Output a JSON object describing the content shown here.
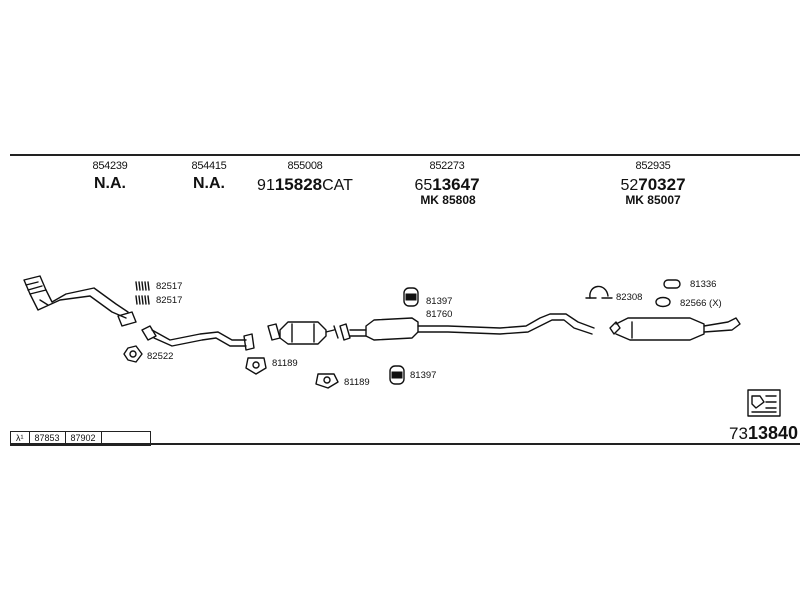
{
  "header_parts": [
    {
      "ref": "854239",
      "main_text": "N.A.",
      "mk": ""
    },
    {
      "ref": "854415",
      "main_text": "N.A.",
      "mk": ""
    },
    {
      "ref": "855008",
      "prefix": "91",
      "main_bold": "15828",
      "suffix": "CAT",
      "mk": ""
    },
    {
      "ref": "852273",
      "prefix": "65",
      "main_bold": "13647",
      "suffix": "",
      "mk": "MK 85808"
    },
    {
      "ref": "852935",
      "prefix": "52",
      "main_bold": "70327",
      "suffix": "",
      "mk": "MK 85007"
    }
  ],
  "labels": {
    "l82517a": "82517",
    "l82517b": "82517",
    "l82522": "82522",
    "l81189a": "81189",
    "l81189b": "81189",
    "l81397a": "81397",
    "l81760": "81760",
    "l81397b": "81397",
    "l82308": "82308",
    "l81336": "81336",
    "l82566": "82566 (X)"
  },
  "table": {
    "symbol": "λ¹",
    "cells": [
      "87853",
      "87902",
      ""
    ]
  },
  "bottom_number": {
    "prefix": "73",
    "bold": "13840"
  },
  "colors": {
    "ink": "#111111",
    "background": "#ffffff"
  }
}
